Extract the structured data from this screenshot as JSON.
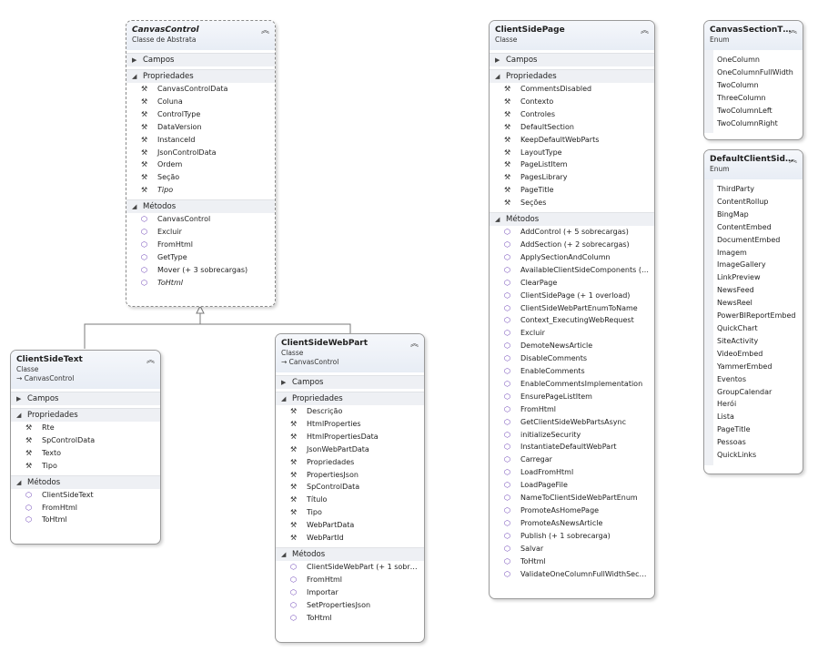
{
  "sections": {
    "fields": "Campos",
    "properties": "Propriedades",
    "methods": "Métodos"
  },
  "canvasControl": {
    "title": "CanvasControl",
    "kind": "Classe de Abstrata",
    "properties": [
      "CanvasControlData",
      "Coluna",
      "ControlType",
      "DataVersion",
      "InstanceId",
      "JsonControlData",
      "Ordem",
      "Seção",
      "Tipo"
    ],
    "methods": [
      "CanvasControl",
      "Excluir",
      "FromHtml",
      "GetType",
      "Mover (+ 3 sobrecargas)",
      "ToHtml"
    ]
  },
  "clientSideText": {
    "title": "ClientSideText",
    "kind": "Classe",
    "base": "→ CanvasControl",
    "properties": [
      "Rte",
      "SpControlData",
      "Texto",
      "Tipo"
    ],
    "methods": [
      "ClientSideText",
      "FromHtml",
      "ToHtml"
    ]
  },
  "clientSideWebPart": {
    "title": "ClientSideWebPart",
    "kind": "Classe",
    "base": "→ CanvasControl",
    "properties": [
      "Descrição",
      "HtmlProperties",
      "HtmlPropertiesData",
      "JsonWebPartData",
      "Propriedades",
      "PropertiesJson",
      "SpControlData",
      "Título",
      "Tipo",
      "WebPartData",
      "WebPartId"
    ],
    "methods": [
      "ClientSideWebPart (+ 1 sobr…",
      "FromHtml",
      "Importar",
      "SetPropertiesJson",
      "ToHtml"
    ]
  },
  "clientSidePage": {
    "title": "ClientSidePage",
    "kind": "Classe",
    "properties": [
      "CommentsDisabled",
      "Contexto",
      "Controles",
      "DefaultSection",
      "KeepDefaultWebParts",
      "LayoutType",
      "PageListItem",
      "PagesLibrary",
      "PageTitle",
      "Seções"
    ],
    "methods": [
      "AddControl (+ 5 sobrecargas)",
      "AddSection (+ 2 sobrecargas)",
      "ApplySectionAndColumn",
      "AvailableClientSideComponents (…",
      "ClearPage",
      "ClientSidePage (+ 1 overload)",
      "ClientSideWebPartEnumToName",
      "Context_ExecutingWebRequest",
      "Excluir",
      "DemoteNewsArticle",
      "DisableComments",
      "EnableComments",
      "EnableCommentsImplementation",
      "EnsurePageListItem",
      "FromHtml",
      "GetClientSideWebPartsAsync",
      "initializeSecurity",
      "InstantiateDefaultWebPart",
      "Carregar",
      "LoadFromHtml",
      "LoadPageFile",
      "NameToClientSideWebPartEnum",
      "PromoteAsHomePage",
      "PromoteAsNewsArticle",
      "Publish (+ 1 sobrecarga)",
      "Salvar",
      "ToHtml",
      "ValidateOneColumnFullWidthSec…"
    ]
  },
  "canvasSectionTemplate": {
    "title": "CanvasSectionT…",
    "kind": "Enum",
    "items": [
      "OneColumn",
      "OneColumnFullWidth",
      "TwoColumn",
      "ThreeColumn",
      "TwoColumnLeft",
      "TwoColumnRight"
    ]
  },
  "defaultClientSide": {
    "title": "DefaultClientSid…",
    "kind": "Enum",
    "items": [
      "ThirdParty",
      "ContentRollup",
      "BingMap",
      "ContentEmbed",
      "DocumentEmbed",
      "Imagem",
      "ImageGallery",
      "LinkPreview",
      "NewsFeed",
      "NewsReel",
      "PowerBIReportEmbed",
      "QuickChart",
      "SiteActivity",
      "VideoEmbed",
      "YammerEmbed",
      "Eventos",
      "GroupCalendar",
      "Herói",
      "Lista",
      "PageTitle",
      "Pessoas",
      "QuickLinks"
    ]
  },
  "colors": {
    "method_icon": "#6a3fb5",
    "header_bg": "#e8edf5",
    "section_bg": "#eef0f4"
  }
}
